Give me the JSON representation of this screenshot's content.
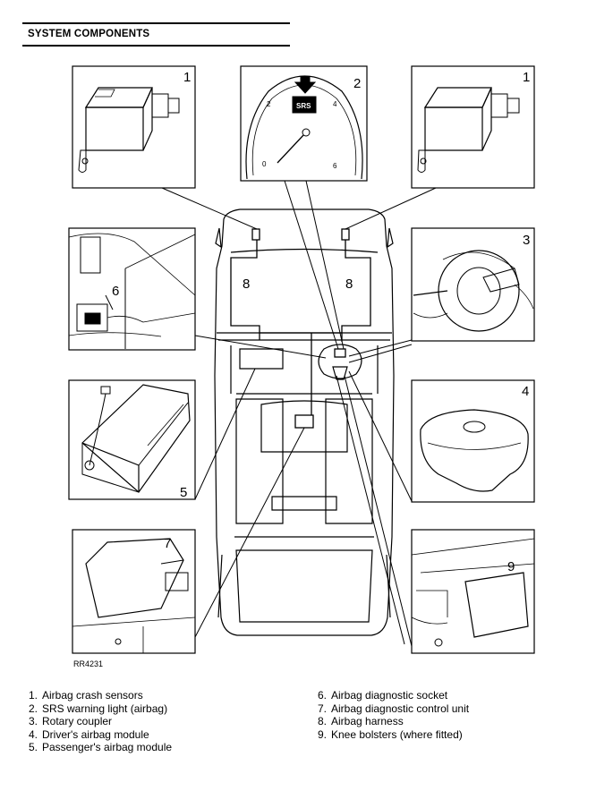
{
  "section_title": "SYSTEM COMPONENTS",
  "figure_code": "RR4231",
  "callouts": {
    "c1": "1",
    "c2": "2",
    "c3": "3",
    "c4": "4",
    "c5": "5",
    "c6": "6",
    "c7": "7",
    "c8": "8",
    "c9": "9"
  },
  "gauge_text": {
    "srs": "SRS",
    "n0": "0",
    "n2": "2",
    "n4": "4",
    "n6": "6"
  },
  "legend_left": [
    {
      "num": "1.",
      "text": "Airbag crash sensors"
    },
    {
      "num": "2.",
      "text": "SRS warning light (airbag)"
    },
    {
      "num": "3.",
      "text": "Rotary coupler"
    },
    {
      "num": "4.",
      "text": "Driver's airbag module"
    },
    {
      "num": "5.",
      "text": "Passenger's airbag module"
    }
  ],
  "legend_right": [
    {
      "num": "6.",
      "text": "Airbag diagnostic socket"
    },
    {
      "num": "7.",
      "text": "Airbag diagnostic control unit"
    },
    {
      "num": "8.",
      "text": "Airbag harness"
    },
    {
      "num": "9.",
      "text": "Knee bolsters (where fitted)"
    }
  ]
}
